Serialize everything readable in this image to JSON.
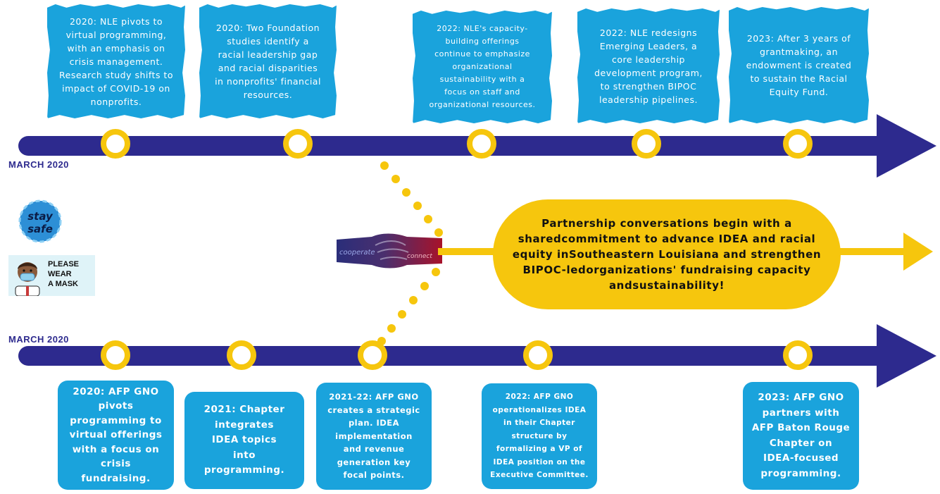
{
  "top_timeline": {
    "start_label": "MARCH 2020",
    "events": [
      {
        "lines": [
          "2020: NLE pivots to",
          "virtual programming,",
          "with an emphasis on",
          "crisis management.",
          "Research study shifts to",
          "impact of COVID-19 on",
          "nonprofits."
        ]
      },
      {
        "lines": [
          "2020: Two Foundation",
          "studies identify a",
          "racial leadership gap",
          "and racial disparities",
          "in nonprofits' financial",
          "resources."
        ]
      },
      {
        "lines": [
          "2022: NLE's capacity-",
          "building offerings",
          "continue to emphasize",
          "organizational",
          "sustainability with a",
          "focus on staff and",
          "organizational resources."
        ]
      },
      {
        "lines": [
          "2022: NLE redesigns",
          "Emerging Leaders, a",
          "core leadership",
          "development program,",
          "to strengthen BIPOC",
          "leadership pipelines."
        ]
      },
      {
        "lines": [
          "2023: After 3 years of",
          "grantmaking, an",
          "endowment is created",
          "to sustain the Racial",
          "Equity Fund."
        ]
      }
    ]
  },
  "bottom_timeline": {
    "start_label": "MARCH 2020",
    "events": [
      {
        "lines": [
          "2020: AFP GNO",
          "pivots",
          "programming to",
          "virtual offerings",
          "with a focus on",
          "crisis",
          "fundraising."
        ]
      },
      {
        "lines": [
          "2021: Chapter",
          "integrates",
          "IDEA topics",
          "into",
          "programming."
        ]
      },
      {
        "lines": [
          "2021-22: AFP GNO",
          "creates a strategic",
          "plan. IDEA",
          "implementation",
          "and revenue",
          "generation key",
          "focal points."
        ]
      },
      {
        "lines": [
          "2022: AFP GNO",
          "operationalizes IDEA",
          "in their Chapter",
          "structure by",
          "formalizing a VP of",
          "IDEA position on the",
          "Executive Committee."
        ]
      },
      {
        "lines": [
          "2023: AFP GNO",
          "partners with",
          "AFP Baton Rouge",
          "Chapter on",
          "IDEA-focused",
          "programming."
        ]
      }
    ]
  },
  "partnership": {
    "lines": [
      "Partnership conversations begin with a shared",
      "commitment to advance IDEA and racial equity in",
      "Southeastern Louisiana and strengthen BIPOC-led",
      "organizations' fundraising capacity and",
      "sustainability!"
    ]
  },
  "handshake": {
    "left_word": "cooperate",
    "right_word": "connect"
  },
  "stay_safe": {
    "line1": "stay",
    "line2": "safe"
  },
  "mask_sign": {
    "lines": [
      "PLEASE",
      "WEAR",
      "A MASK"
    ]
  },
  "colors": {
    "timeline": "#2d2a8e",
    "marker": "#f6c60d",
    "card": "#1aa3dc",
    "pill": "#f6c60d"
  }
}
